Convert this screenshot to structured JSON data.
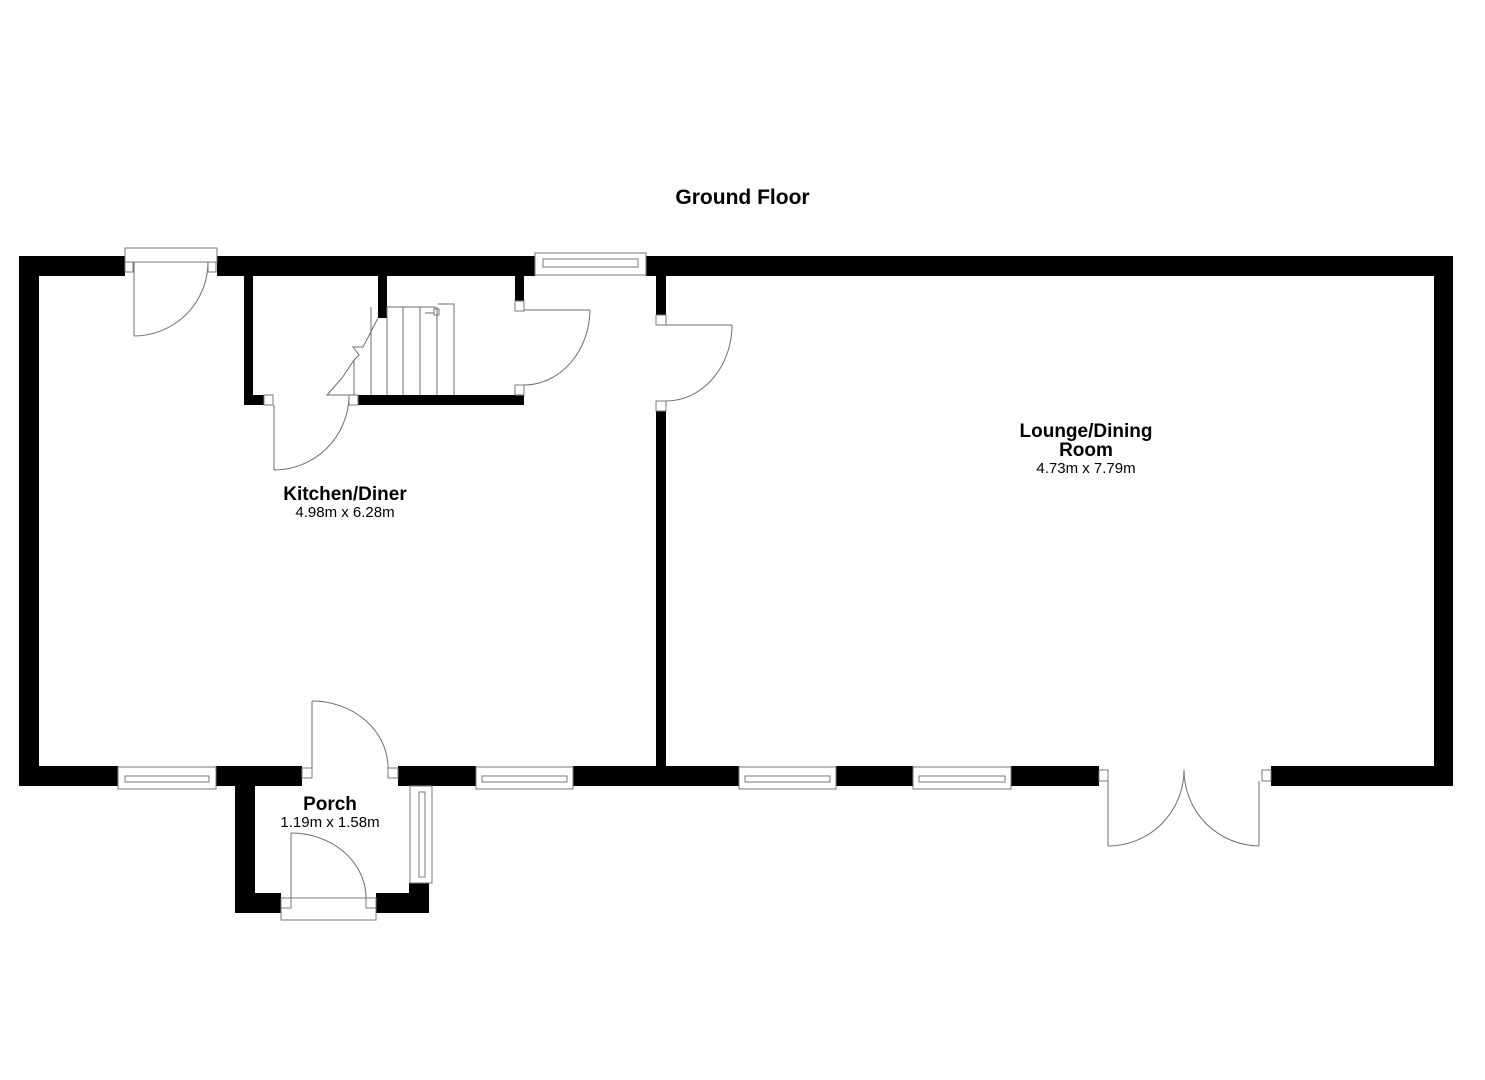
{
  "floor": {
    "title": "Ground Floor"
  },
  "rooms": [
    {
      "name": "Kitchen/Diner",
      "dimensions": "4.98m x 6.28m"
    },
    {
      "name": "Lounge/Dining Room",
      "name_line1": "Lounge/Dining",
      "name_line2": "Room",
      "dimensions": "4.73m x 7.79m"
    },
    {
      "name": "Porch",
      "dimensions": "1.19m x 1.58m"
    }
  ],
  "colors": {
    "wall": "#000000",
    "fixture_line": "#6d6d6d",
    "background": "#ffffff"
  }
}
